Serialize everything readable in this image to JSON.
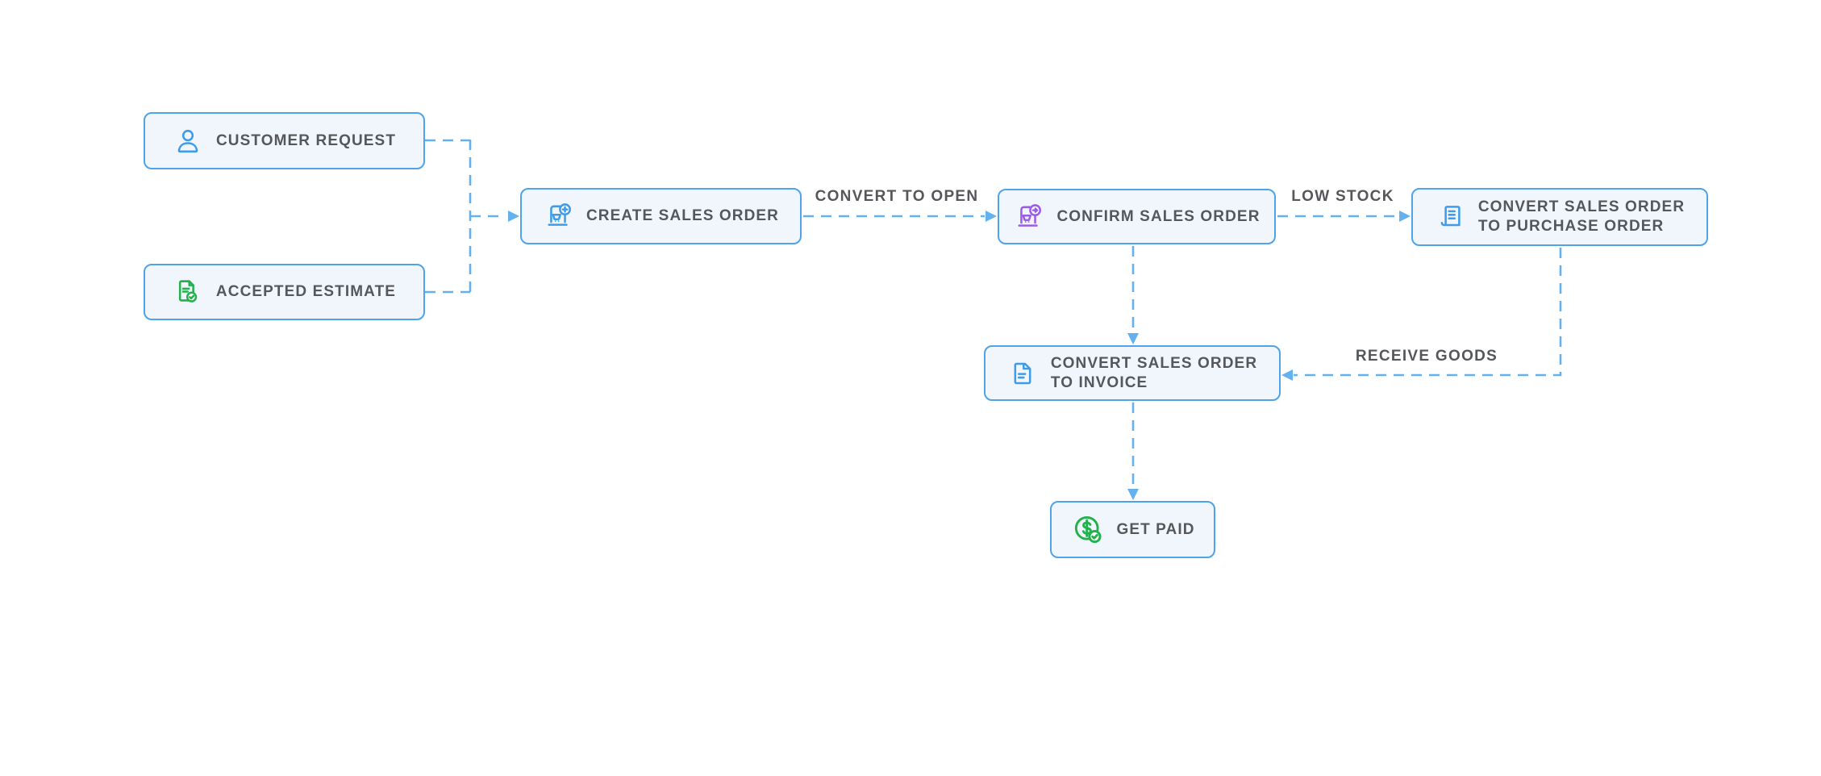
{
  "colors": {
    "box_fill": "#f0f6fb",
    "box_border": "#4fa3e8",
    "connector": "#64b1f0",
    "label_text": "#55575b",
    "icon_blue": "#3e9cea",
    "icon_green": "#23b14d",
    "icon_purple": "#9c5ce9"
  },
  "diagram": {
    "nodes": [
      {
        "id": "customer-request",
        "label": "CUSTOMER REQUEST",
        "icon": "user-icon",
        "icon_color": "#3e9cea"
      },
      {
        "id": "accepted-estimate",
        "label": "ACCEPTED ESTIMATE",
        "icon": "estimate-accepted-icon",
        "icon_color": "#23b14d"
      },
      {
        "id": "create-sales-order",
        "label": "CREATE SALES ORDER",
        "icon": "cart-add-icon",
        "icon_color": "#3e9cea"
      },
      {
        "id": "confirm-sales-order",
        "label": "CONFIRM SALES ORDER",
        "icon": "cart-confirm-icon",
        "icon_color": "#9c5ce9"
      },
      {
        "id": "convert-so-to-po",
        "label": "CONVERT SALES ORDER\nTO PURCHASE ORDER",
        "icon": "purchase-order-receipt-icon",
        "icon_color": "#3e9cea"
      },
      {
        "id": "convert-so-to-invoice",
        "label": "CONVERT SALES ORDER\nTO INVOICE",
        "icon": "invoice-document-icon",
        "icon_color": "#3e9cea"
      },
      {
        "id": "get-paid",
        "label": "GET PAID",
        "icon": "dollar-check-icon",
        "icon_color": "#23b14d"
      }
    ],
    "edge_labels": {
      "convert_to_open": "CONVERT TO OPEN",
      "low_stock": "LOW STOCK",
      "receive_goods": "RECEIVE GOODS"
    }
  }
}
